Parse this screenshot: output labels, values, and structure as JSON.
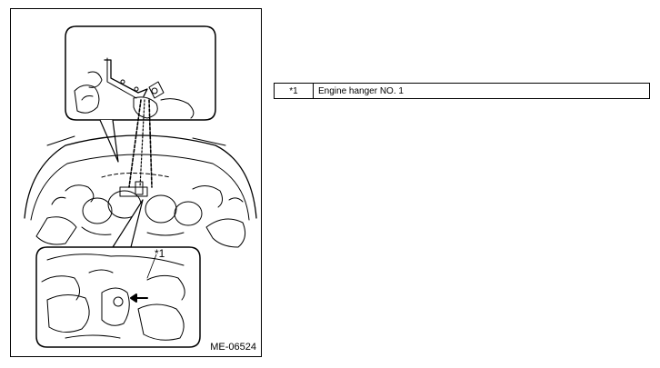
{
  "figure": {
    "callout_label": "*1",
    "code": "ME-06524"
  },
  "legend": {
    "rows": [
      {
        "key": "*1",
        "description": "Engine hanger NO. 1"
      }
    ]
  }
}
